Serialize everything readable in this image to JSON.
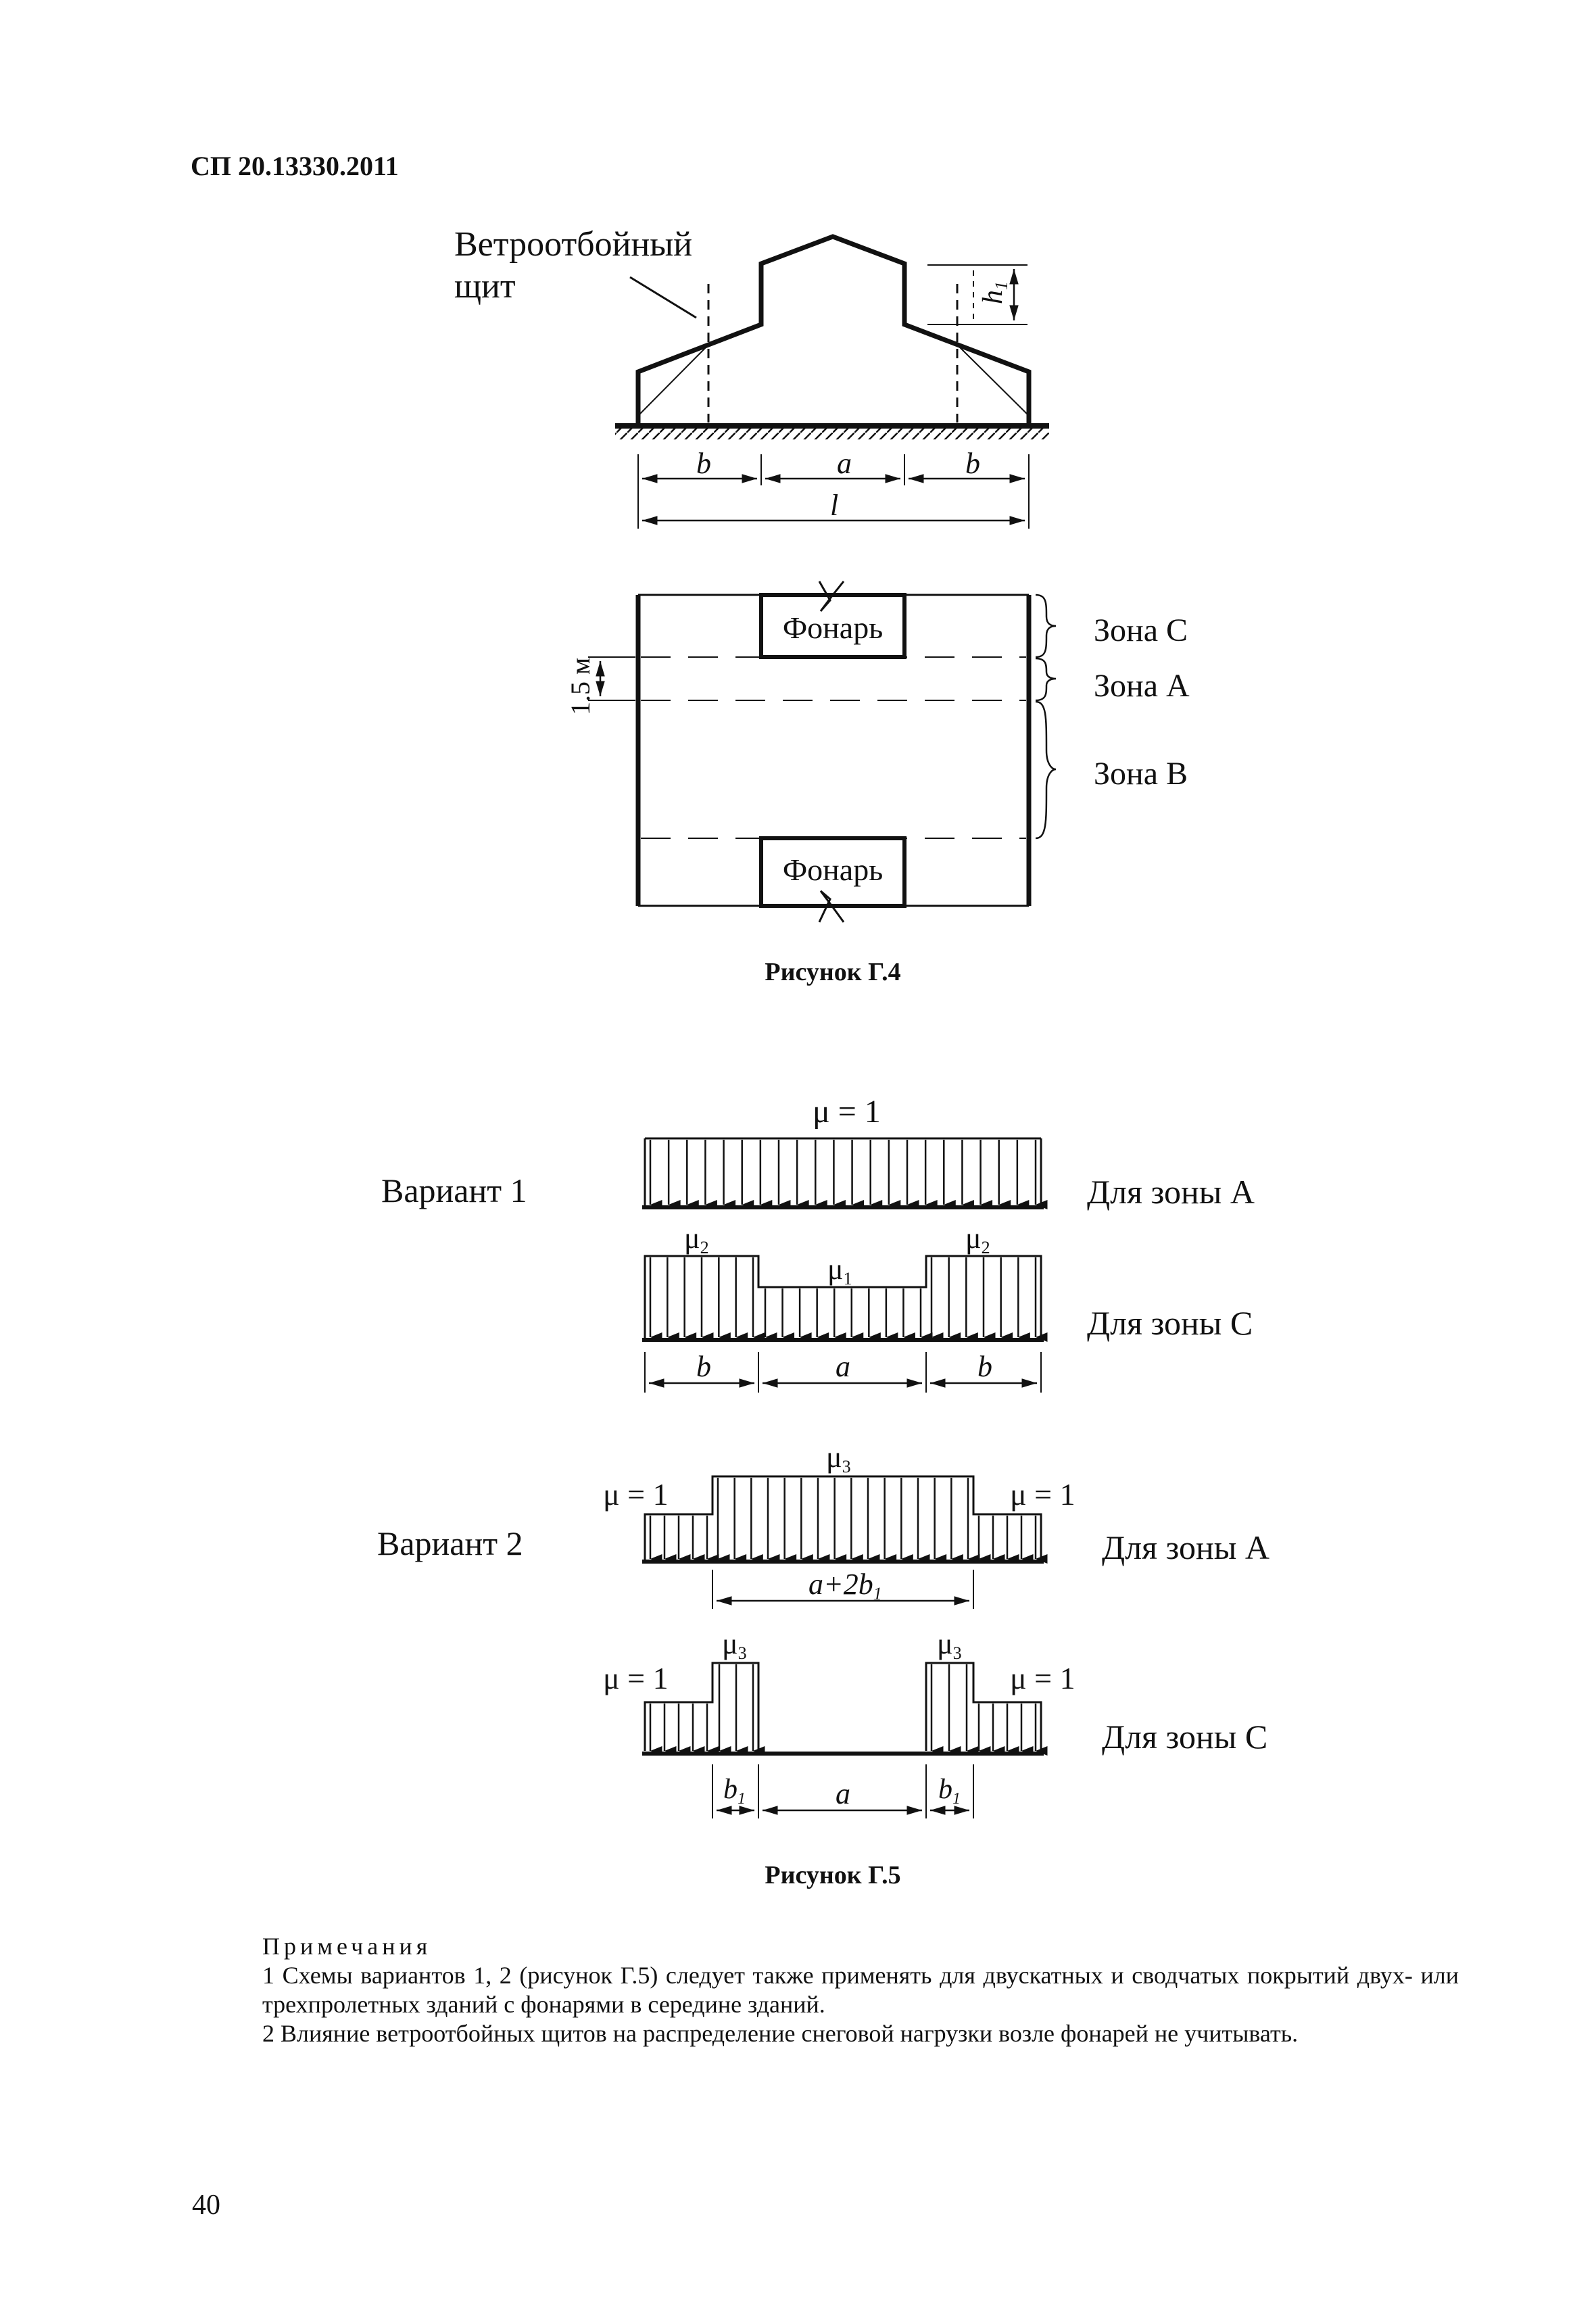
{
  "header": {
    "doc_id": "СП 20.13330.2011"
  },
  "figure_g4": {
    "wind_shield_label_1": "Ветроотбойный",
    "wind_shield_label_2": "щит",
    "height_label": "h",
    "height_sub": "1",
    "dim_b_left": "b",
    "dim_a": "a",
    "dim_b_right": "b",
    "dim_l": "l",
    "lantern_top": "Фонарь",
    "lantern_bottom": "Фонарь",
    "offset_label": "1.5 м",
    "zone_c": "Зона С",
    "zone_a": "Зона А",
    "zone_b": "Зона В",
    "caption": "Рисунок Г.4"
  },
  "figure_g5": {
    "variant1": {
      "label": "Вариант 1",
      "mu_top": "μ = 1",
      "zone_a_label": "Для зоны А",
      "mu2_left": "μ",
      "mu2_left_sub": "2",
      "mu1": "μ",
      "mu1_sub": "1",
      "mu2_right": "μ",
      "mu2_right_sub": "2",
      "zone_c_label": "Для зоны С",
      "dim_b_left": "b",
      "dim_a": "a",
      "dim_b_right": "b"
    },
    "variant2": {
      "label": "Вариант 2",
      "mu3_top": "μ",
      "mu3_top_sub": "3",
      "mu_left_a": "μ = 1",
      "mu_right_a": "μ = 1",
      "zone_a_label": "Для зоны А",
      "dim_a2b": "a+2b",
      "dim_a2b_sub": "1",
      "mu3_left": "μ",
      "mu3_left_sub": "3",
      "mu3_right": "μ",
      "mu3_right_sub": "3",
      "mu_left_c": "μ = 1",
      "mu_right_c": "μ = 1",
      "zone_c_label": "Для зоны С",
      "dim_b1_left": "b",
      "dim_b1_left_sub": "1",
      "dim_a": "a",
      "dim_b1_right": "b",
      "dim_b1_right_sub": "1"
    },
    "caption": "Рисунок Г.5"
  },
  "notes": {
    "title": "Примечания",
    "items": [
      "1 Схемы вариантов 1, 2 (рисунок Г.5) следует также применять для двускатных и сводчатых покрытий двух- или трехпролетных зданий с фонарями в середине зданий.",
      "2 Влияние ветроотбойных щитов на распределение снеговой нагрузки возле фонарей не учитывать."
    ]
  },
  "page_number": "40"
}
